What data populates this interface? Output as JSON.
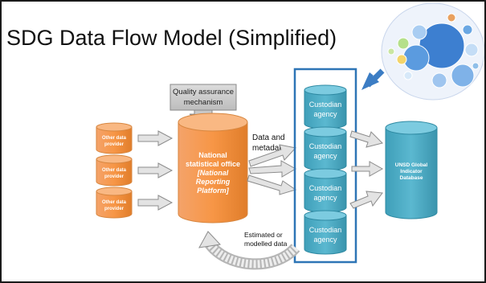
{
  "title": "SDG Data Flow Model (Simplified)",
  "quality_box": {
    "line1": "Quality assurance",
    "line2": "mechanism"
  },
  "providers": [
    {
      "line1": "Other data",
      "line2": "provider"
    },
    {
      "line1": "Other data",
      "line2": "provider"
    },
    {
      "line1": "Other data",
      "line2": "provider"
    }
  ],
  "nso": {
    "line1": "National",
    "line2": "statistical office",
    "line3": "[National",
    "line4": "Reporting",
    "line5": "Platform]"
  },
  "flow_label": {
    "line1": "Data and",
    "line2": "metadata"
  },
  "custodian": [
    {
      "line1": "Custodian",
      "line2": "agency"
    },
    {
      "line1": "Custodian",
      "line2": "agency"
    },
    {
      "line1": "Custodian",
      "line2": "agency"
    },
    {
      "line1": "Custodian",
      "line2": "agency"
    }
  ],
  "unsd": {
    "line1": "UNSD Global",
    "line2": "Indicator",
    "line3": "Database"
  },
  "estimated": {
    "line1": "Estimated or",
    "line2": "modelled data"
  },
  "colors": {
    "orange": "#f79646",
    "orange_dark": "#e07d2a",
    "teal": "#4bacc6",
    "teal_dark": "#31849b",
    "highlight": "#2e75b6",
    "gray_box": "#c8c8c8"
  }
}
